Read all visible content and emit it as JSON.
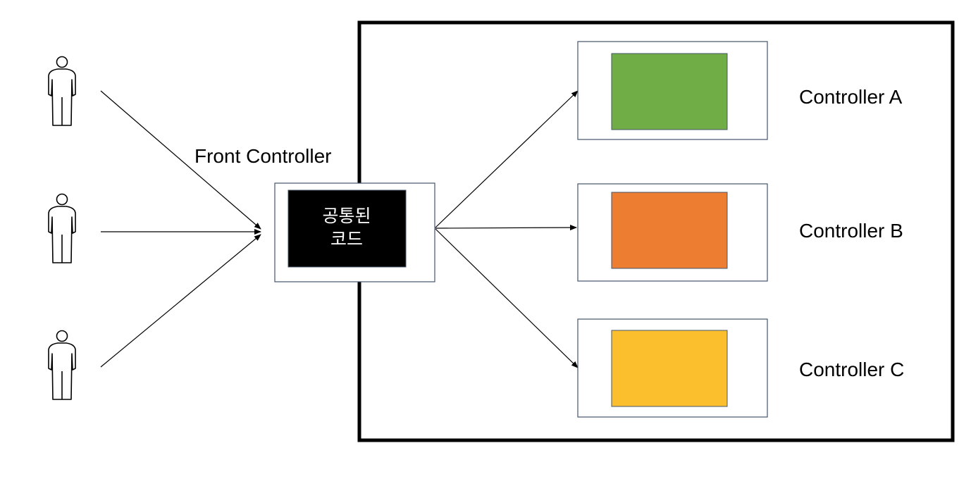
{
  "front_controller": {
    "title": "Front Controller",
    "box_text_line1": "공통된",
    "box_text_line2": "코드",
    "inner_color": "#000000",
    "text_color": "#ffffff"
  },
  "controllers": [
    {
      "label": "Controller A",
      "color": "#70AD47"
    },
    {
      "label": "Controller B",
      "color": "#ED7D31"
    },
    {
      "label": "Controller C",
      "color": "#FBBF2D"
    }
  ],
  "users": [
    {
      "icon": "person-icon"
    },
    {
      "icon": "person-icon"
    },
    {
      "icon": "person-icon"
    }
  ],
  "colors": {
    "container_border": "#000000",
    "box_border": "#44546A",
    "arrow": "#000000"
  }
}
